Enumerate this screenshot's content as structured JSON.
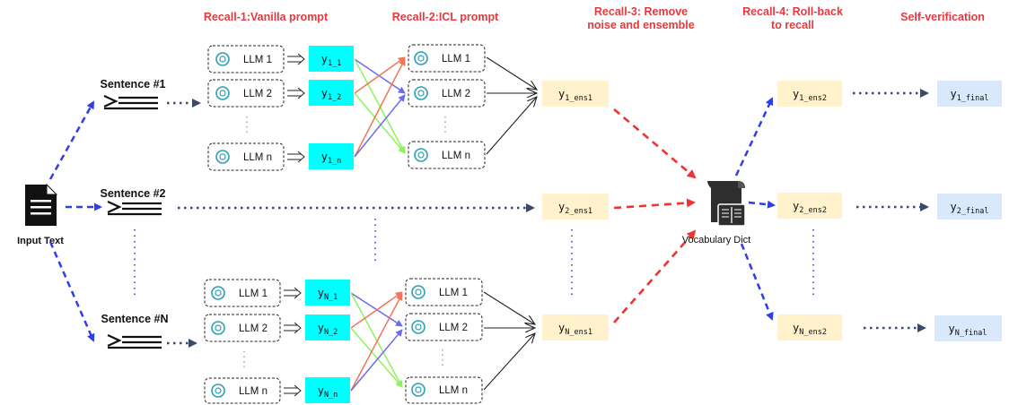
{
  "stages": {
    "recall1": [
      "Recall-1:Vanilla prompt"
    ],
    "recall2": [
      "Recall-2:ICL prompt"
    ],
    "recall3": [
      "Recall-3: Remove",
      "noise and ensemble"
    ],
    "recall4": [
      "Recall-4: Roll-back",
      "to recall"
    ],
    "self_verification": [
      "Self-verification"
    ]
  },
  "input_label": "Input Text",
  "vocab_label": "Vocabulary Dict",
  "sentences": [
    "Sentence #1",
    "Sentence #2",
    "Sentence #N"
  ],
  "llm_labels": [
    "LLM 1",
    "LLM 2",
    "LLM n"
  ],
  "recall1_outputs": {
    "group1": [
      {
        "base": "y",
        "sub": "1_1"
      },
      {
        "base": "y",
        "sub": "1_2"
      },
      {
        "base": "y",
        "sub": "1_n"
      }
    ],
    "groupN": [
      {
        "base": "y",
        "sub": "N_1"
      },
      {
        "base": "y",
        "sub": "N_2"
      },
      {
        "base": "y",
        "sub": "N_n"
      }
    ]
  },
  "ensemble_outputs": [
    {
      "base": "y",
      "sub": "1_ens1"
    },
    {
      "base": "y",
      "sub": "2_ens1"
    },
    {
      "base": "y",
      "sub": "N_ens1"
    }
  ],
  "rollback_outputs": [
    {
      "base": "y",
      "sub": "1_ens2"
    },
    {
      "base": "y",
      "sub": "2_ens2"
    },
    {
      "base": "y",
      "sub": "N_ens2"
    }
  ],
  "final_outputs": [
    {
      "base": "y",
      "sub": "1_final"
    },
    {
      "base": "y",
      "sub": "2_final"
    },
    {
      "base": "y",
      "sub": "N_final"
    }
  ],
  "colors": {
    "stage_title": "#e8383d",
    "recall1_box": "#00ffff",
    "ensemble_box": "#fff2cc",
    "final_box": "#dae8fc",
    "blue_dash": "#2f3ee8",
    "red_dash": "#ef3232",
    "dotted": "#3b4a6b",
    "vertical_dots": "#6b5fd8",
    "cross_blue": "#6b6bf0",
    "cross_red": "#f0765a",
    "cross_green": "#8ef25a",
    "icon_teal": "#2a9fb5"
  },
  "icons": [
    "document-icon",
    "openai-logo-icon",
    "scroll-book-icon",
    "list-lines-icon"
  ]
}
